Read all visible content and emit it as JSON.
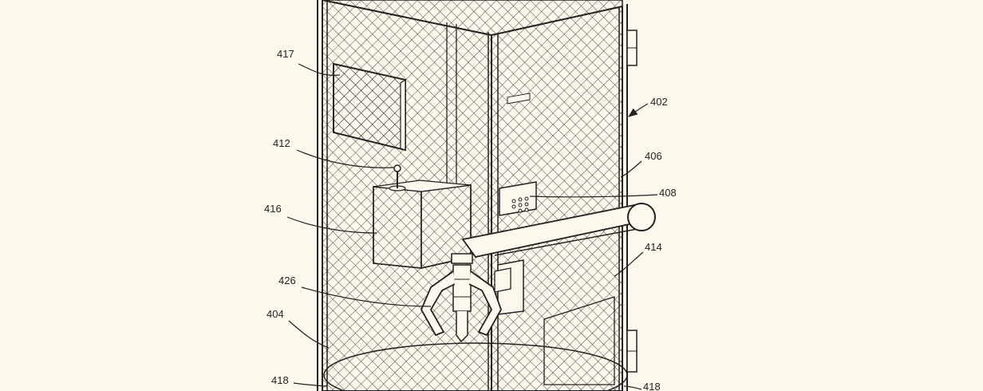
{
  "figure": {
    "background": "#fdf8ec",
    "ink": "#222222",
    "components": [
      {
        "id": "mesh-cage",
        "label": "402"
      },
      {
        "id": "floor",
        "label": "404"
      },
      {
        "id": "door",
        "label": "406"
      },
      {
        "id": "keypad",
        "label": "408"
      },
      {
        "id": "joystick",
        "label": "412"
      },
      {
        "id": "robotic-arm",
        "label": "414"
      },
      {
        "id": "control-box",
        "label": "416"
      },
      {
        "id": "display-screen",
        "label": "417"
      },
      {
        "id": "base-left",
        "label": "418"
      },
      {
        "id": "base-right",
        "label": "418"
      },
      {
        "id": "claw",
        "label": "426"
      }
    ]
  }
}
